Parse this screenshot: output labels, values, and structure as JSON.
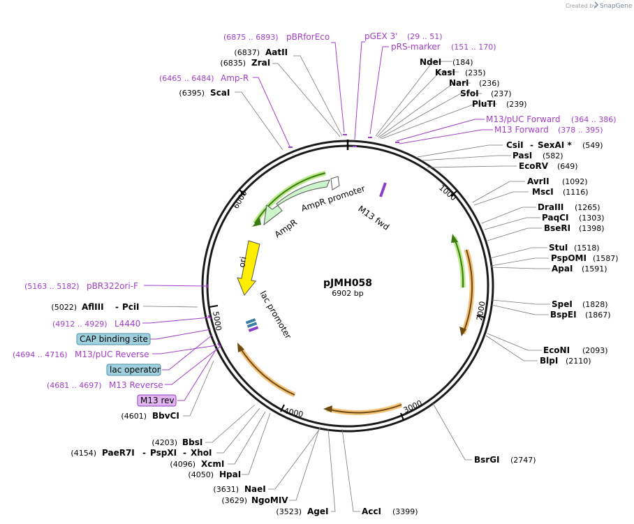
{
  "header": {
    "created_by": "Created by",
    "brand": "SnapGene"
  },
  "plasmid": {
    "name": "pJMH058",
    "size_label": "6902 bp",
    "length": 6902
  },
  "ticks": [
    "1000",
    "2000",
    "3000",
    "4000",
    "5000",
    "6000"
  ],
  "enzymes": [
    {
      "name": "AatII",
      "pos": "(6837)"
    },
    {
      "name": "ZraI",
      "pos": "(6835)"
    },
    {
      "name": "ScaI",
      "pos": "(6395)"
    },
    {
      "name": "NdeI",
      "pos": "(184)"
    },
    {
      "name": "KasI",
      "pos": "(235)"
    },
    {
      "name": "NarI",
      "pos": "(236)"
    },
    {
      "name": "SfoI",
      "pos": "(237)"
    },
    {
      "name": "PluTI",
      "pos": "(239)"
    },
    {
      "name": "CsiI",
      "name2": "SexAI *",
      "sep": "-",
      "pos": "(549)"
    },
    {
      "name": "PasI",
      "pos": "(582)"
    },
    {
      "name": "EcoRV",
      "pos": "(649)"
    },
    {
      "name": "AvrII",
      "pos": "(1092)"
    },
    {
      "name": "MscI",
      "pos": "(1116)"
    },
    {
      "name": "DraIII",
      "pos": "(1265)"
    },
    {
      "name": "PaqCI",
      "pos": "(1303)"
    },
    {
      "name": "BseRI",
      "pos": "(1398)"
    },
    {
      "name": "StuI",
      "pos": "(1518)"
    },
    {
      "name": "PspOMI",
      "pos": "(1587)"
    },
    {
      "name": "ApaI",
      "pos": "(1591)"
    },
    {
      "name": "SpeI",
      "pos": "(1828)"
    },
    {
      "name": "BspEI",
      "pos": "(1867)"
    },
    {
      "name": "EcoNI",
      "pos": "(2093)"
    },
    {
      "name": "BlpI",
      "pos": "(2110)"
    },
    {
      "name": "BsrGI",
      "pos": "(2747)"
    },
    {
      "name": "AccI",
      "pos": "(3399)"
    },
    {
      "name": "AgeI",
      "pos": "(3523)"
    },
    {
      "name": "NgoMIV",
      "pos": "(3629)"
    },
    {
      "name": "NaeI",
      "pos": "(3631)"
    },
    {
      "name": "HpaI",
      "pos": "(4050)"
    },
    {
      "name": "XcmI",
      "pos": "(4096)"
    },
    {
      "name": "PaeR7I",
      "name2": "PspXI",
      "name3": "XhoI",
      "sep": "-",
      "pos": "(4154)"
    },
    {
      "name": "BbsI",
      "pos": "(4203)"
    },
    {
      "name": "BbvCI",
      "pos": "(4601)"
    },
    {
      "name": "AflIII",
      "name2": "PciI",
      "sep": "-",
      "pos": "(5022)"
    }
  ],
  "primers": [
    {
      "name": "pBRforEco",
      "range": "(6875 .. 6893)"
    },
    {
      "name": "pGEX 3'",
      "range": "(29 .. 51)"
    },
    {
      "name": "pRS-marker",
      "range": "(151 .. 170)"
    },
    {
      "name": "Amp-R",
      "range": "(6465 .. 6484)"
    },
    {
      "name": "M13/pUC Forward",
      "range": "(364 .. 386)"
    },
    {
      "name": "M13 Forward",
      "range": "(378 .. 395)"
    },
    {
      "name": "pBR322ori-F",
      "range": "(5163 .. 5182)"
    },
    {
      "name": "L4440",
      "range": "(4912 .. 4929)"
    },
    {
      "name": "M13/pUC Reverse",
      "range": "(4694 .. 4716)"
    },
    {
      "name": "M13 Reverse",
      "range": "(4681 .. 4697)"
    }
  ],
  "boxed_labels": [
    {
      "text": "CAP binding site",
      "color": "#9fd0e0"
    },
    {
      "text": "lac operator",
      "color": "#9fd0e0"
    },
    {
      "text": "M13 rev",
      "color": "#e2b4f0"
    }
  ],
  "features": [
    {
      "name": "AmpR promoter",
      "color": "#ffffff"
    },
    {
      "name": "AmpR",
      "color": "#ccf5cc"
    },
    {
      "name": "ori",
      "color": "#ffee00"
    },
    {
      "name": "lac promoter",
      "color": "#ffffff"
    },
    {
      "name": "M13 fwd",
      "color": "#8a3fc4"
    }
  ],
  "colors": {
    "primer": "#a13dc7",
    "backbone": "#1a1a1a",
    "orange_arc": "#f5c27a",
    "green_arc": "#b8e986"
  }
}
